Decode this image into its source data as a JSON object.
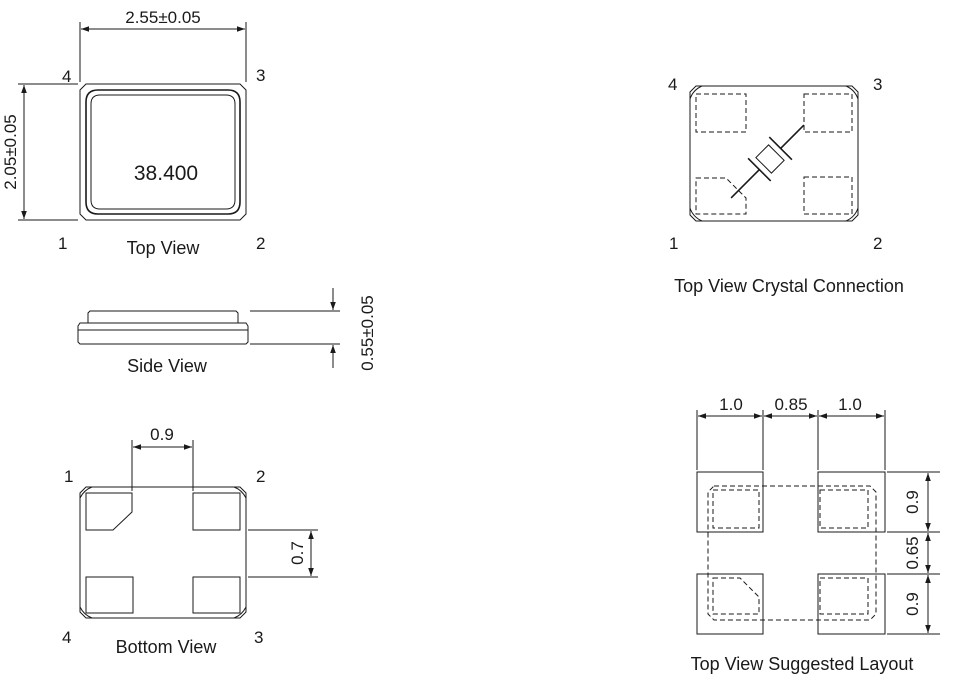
{
  "top_view": {
    "width_dim": "2.55±0.05",
    "height_dim": "2.05±0.05",
    "marking": "38.400",
    "pin1": "1",
    "pin2": "2",
    "pin3": "3",
    "pin4": "4",
    "caption": "Top View"
  },
  "side_view": {
    "thickness_dim": "0.55±0.05",
    "caption": "Side View"
  },
  "bottom_view": {
    "pad_gap_dim": "0.9",
    "pad_height_dim": "0.7",
    "pin1": "1",
    "pin2": "2",
    "pin3": "3",
    "pin4": "4",
    "caption": "Bottom View"
  },
  "crystal_connection": {
    "pin1": "1",
    "pin2": "2",
    "pin3": "3",
    "pin4": "4",
    "caption": "Top View Crystal Connection"
  },
  "suggested_layout": {
    "width_dim_1": "1.0",
    "width_dim_2": "0.85",
    "width_dim_3": "1.0",
    "height_dim_1": "0.9",
    "height_dim_2": "0.65",
    "height_dim_3": "0.9",
    "caption": "Top View Suggested Layout"
  }
}
